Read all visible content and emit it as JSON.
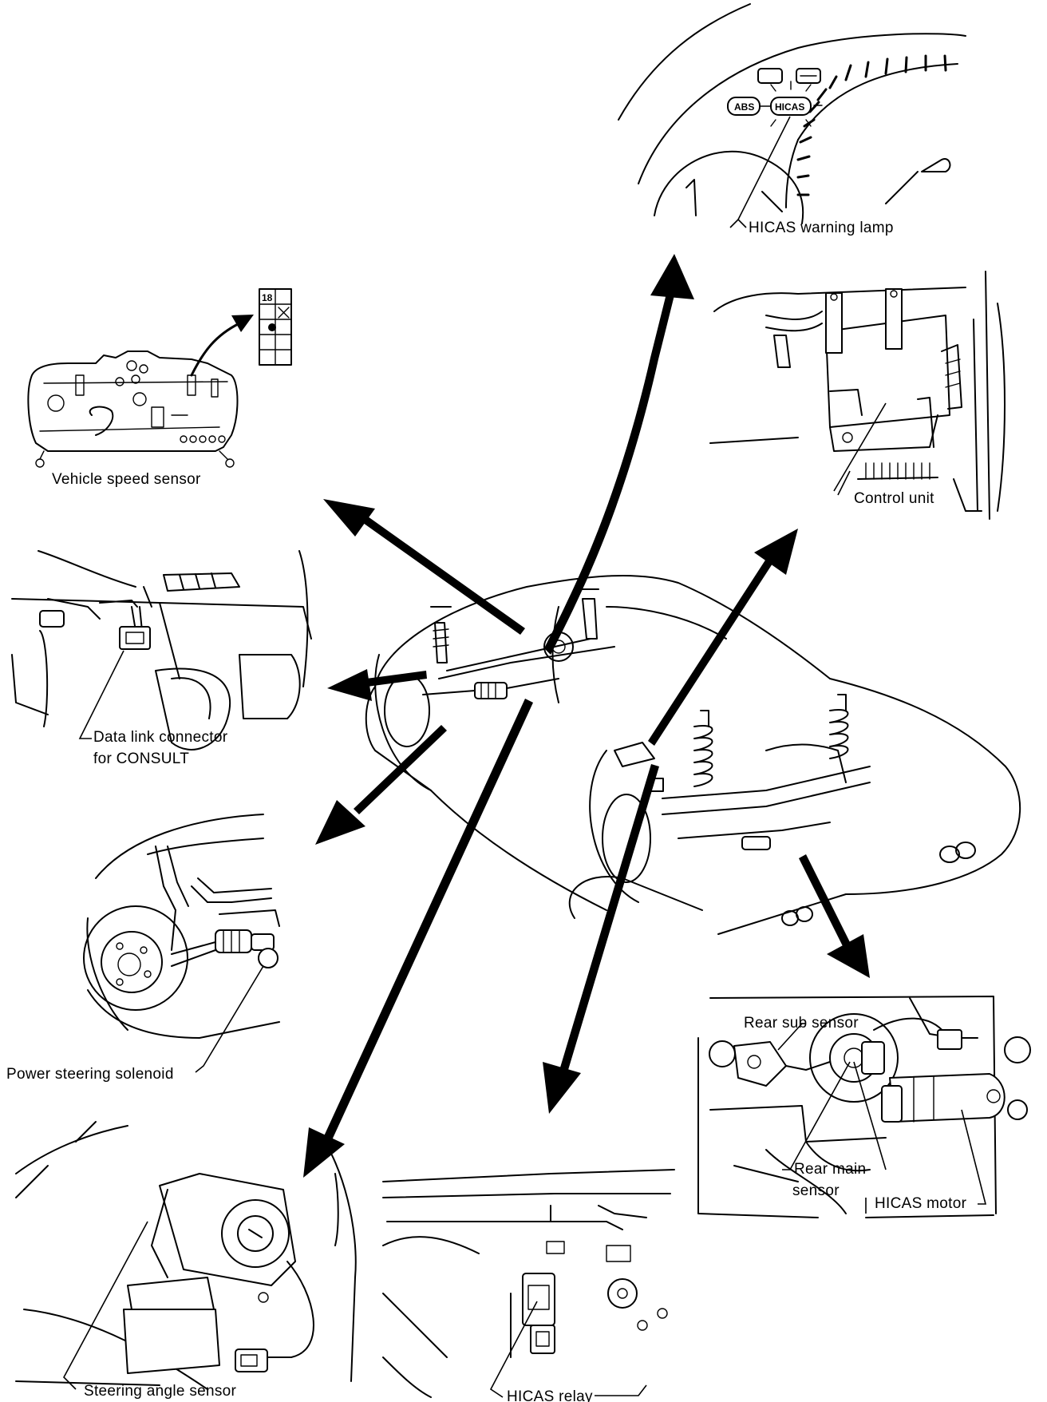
{
  "labels": {
    "warning_lamp": "HICAS warning lamp",
    "control_unit": "Control unit",
    "vehicle_speed_sensor": "Vehicle speed sensor",
    "data_link_line1": "Data link connector",
    "data_link_line2": "for CONSULT",
    "power_steering_solenoid": "Power steering solenoid",
    "rear_sub_sensor": "Rear sub sensor",
    "rear_main_line1": "Rear main",
    "rear_main_line2": "sensor",
    "hicas_motor": "HICAS motor",
    "hicas_relay": "HICAS relay",
    "steering_angle_sensor": "Steering angle sensor"
  },
  "gauge_lamps": {
    "abs": "ABS",
    "hicas": "HICAS"
  },
  "connector_pin": "18"
}
